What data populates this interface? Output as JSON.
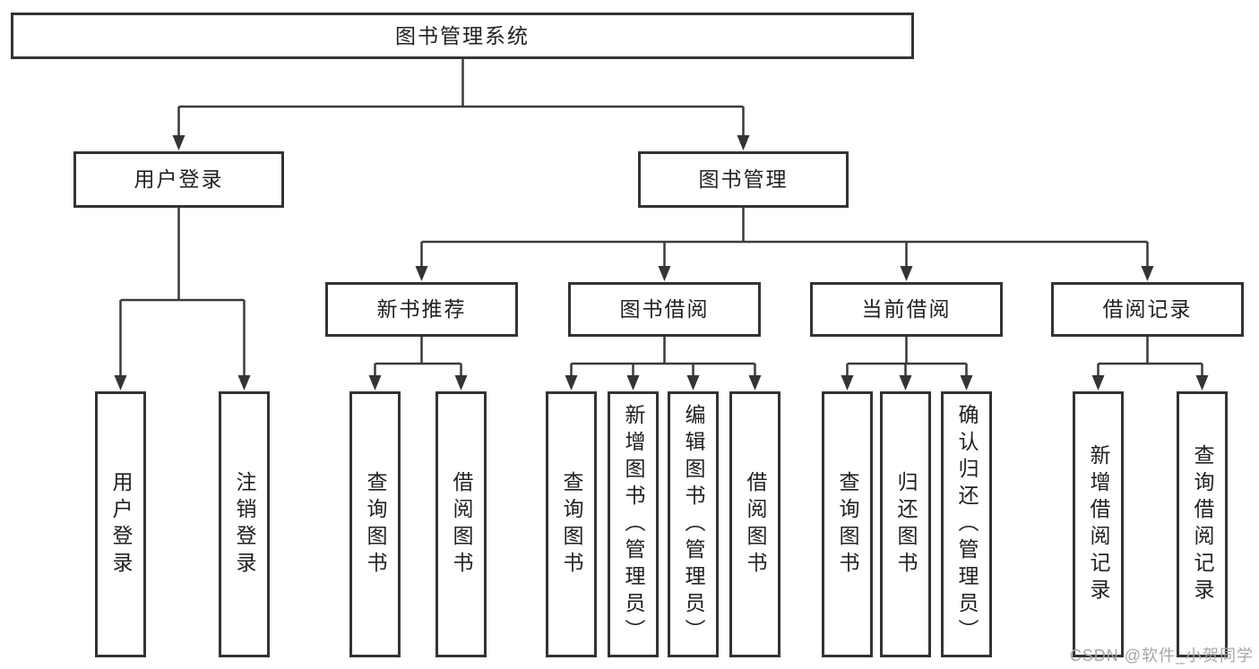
{
  "diagram": {
    "root": {
      "label": "图书管理系统"
    },
    "branches": [
      {
        "label": "用户登录",
        "children": [
          {
            "label": "用户登录"
          },
          {
            "label": "注销登录"
          }
        ]
      },
      {
        "label": "图书管理",
        "children": [
          {
            "label": "新书推荐",
            "children": [
              {
                "label": "查询图书"
              },
              {
                "label": "借阅图书"
              }
            ]
          },
          {
            "label": "图书借阅",
            "children": [
              {
                "label": "查询图书"
              },
              {
                "label": "新增图书（管理员）"
              },
              {
                "label": "编辑图书（管理员）"
              },
              {
                "label": "借阅图书"
              }
            ]
          },
          {
            "label": "当前借阅",
            "children": [
              {
                "label": "查询图书"
              },
              {
                "label": "归还图书"
              },
              {
                "label": "确认归还（管理员）"
              }
            ]
          },
          {
            "label": "借阅记录",
            "children": [
              {
                "label": "新增借阅记录"
              },
              {
                "label": "查询借阅记录"
              }
            ]
          }
        ]
      }
    ],
    "watermark": "CSDN @软件_小贺同学",
    "colors": {
      "line": "#3a3a3a",
      "arrow": "#343434",
      "box_border": "#333333",
      "text": "#212121",
      "watermark": "#a6a6a6",
      "background": "#ffffff"
    }
  }
}
